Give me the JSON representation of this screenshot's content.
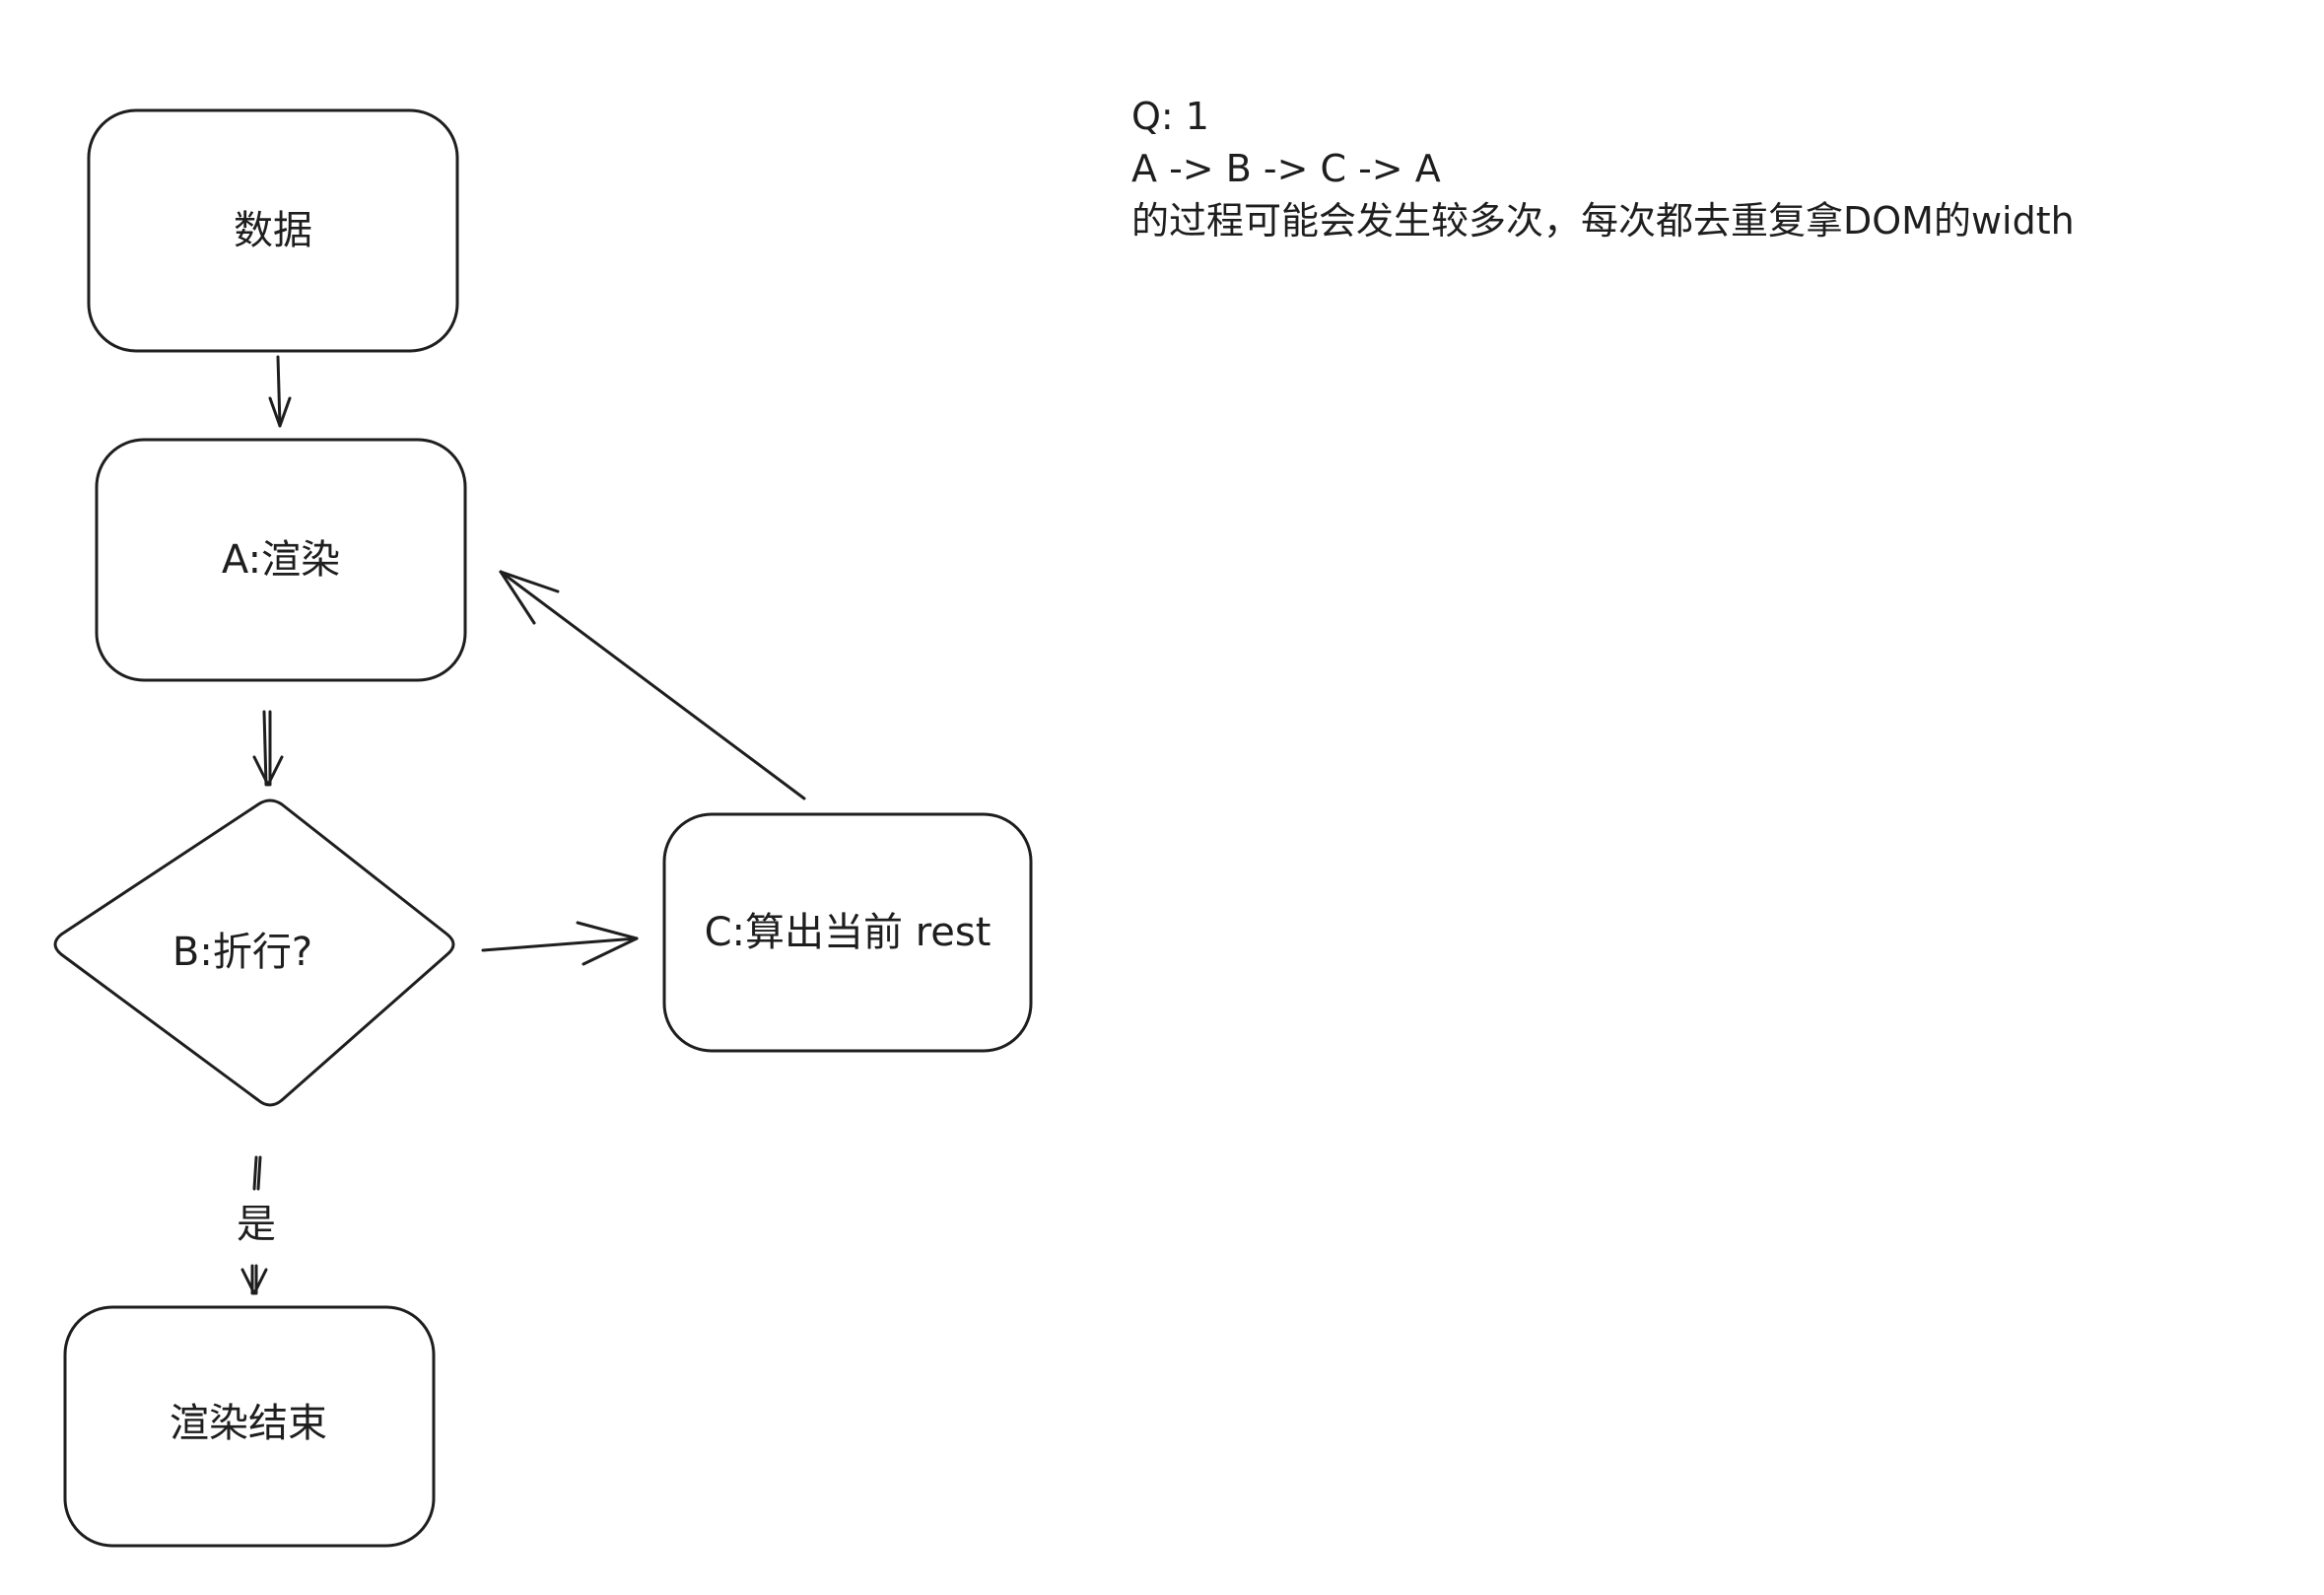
{
  "diagram": {
    "nodes": {
      "data": {
        "label": "数据",
        "shape": "rounded-rect"
      },
      "render": {
        "label": "A:渲染",
        "shape": "rounded-rect"
      },
      "wrap_decision": {
        "label": "B:折行?",
        "shape": "diamond"
      },
      "calc_rest": {
        "label": "C:算出当前 rest",
        "shape": "rounded-rect"
      },
      "render_end": {
        "label": "渲染结束",
        "shape": "rounded-rect"
      }
    },
    "edges": [
      {
        "from": "data",
        "to": "render",
        "label": ""
      },
      {
        "from": "render",
        "to": "wrap_decision",
        "label": ""
      },
      {
        "from": "wrap_decision",
        "to": "calc_rest",
        "label": ""
      },
      {
        "from": "calc_rest",
        "to": "render",
        "label": ""
      },
      {
        "from": "wrap_decision",
        "to": "render_end",
        "label": "是"
      }
    ],
    "note": {
      "line1": "Q: 1",
      "line2": "A -> B -> C -> A",
      "line3": "的过程可能会发生较多次，每次都去重复拿DOM的width"
    },
    "colors": {
      "stroke": "#1e1e1e",
      "background": "#ffffff"
    }
  }
}
